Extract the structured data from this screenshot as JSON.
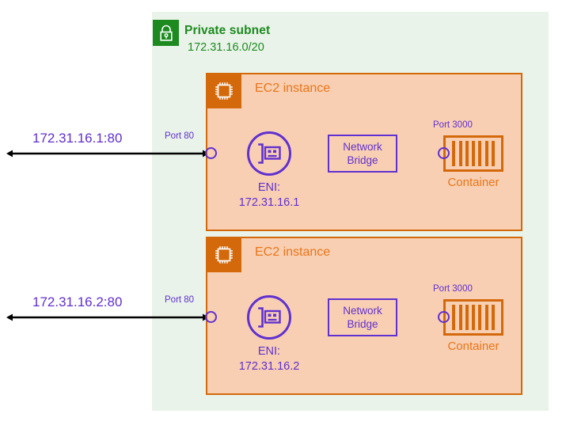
{
  "diagram": {
    "title": "AWS private subnet with EC2 instances and containers",
    "colors": {
      "subnet_bg": "#e9f3e9",
      "subnet_green": "#1d8a20",
      "ec2_fill": "#f8cfb2",
      "ec2_border": "#d4690c",
      "ec2_title": "#e8761c",
      "purple": "#6030d0",
      "arrow_black": "#000000"
    }
  },
  "subnet": {
    "lock_icon": "lock-icon",
    "title": "Private subnet",
    "cidr": "172.31.16.0/20"
  },
  "instances": [
    {
      "icon": "ec2-chip-icon",
      "title": "EC2 instance",
      "external_endpoint": "172.31.16.1:80",
      "ingress_port_label": "Port 80",
      "eni": {
        "icon": "network-interface-icon",
        "label_line1": "ENI:",
        "label_line2": "172.31.16.1"
      },
      "bridge": {
        "line1": "Network",
        "line2": "Bridge"
      },
      "container": {
        "port_label": "Port 3000",
        "label": "Container",
        "bars": 7
      }
    },
    {
      "icon": "ec2-chip-icon",
      "title": "EC2 instance",
      "external_endpoint": "172.31.16.2:80",
      "ingress_port_label": "Port 80",
      "eni": {
        "icon": "network-interface-icon",
        "label_line1": "ENI:",
        "label_line2": "172.31.16.2"
      },
      "bridge": {
        "line1": "Network",
        "line2": "Bridge"
      },
      "container": {
        "port_label": "Port 3000",
        "label": "Container",
        "bars": 7
      }
    }
  ]
}
